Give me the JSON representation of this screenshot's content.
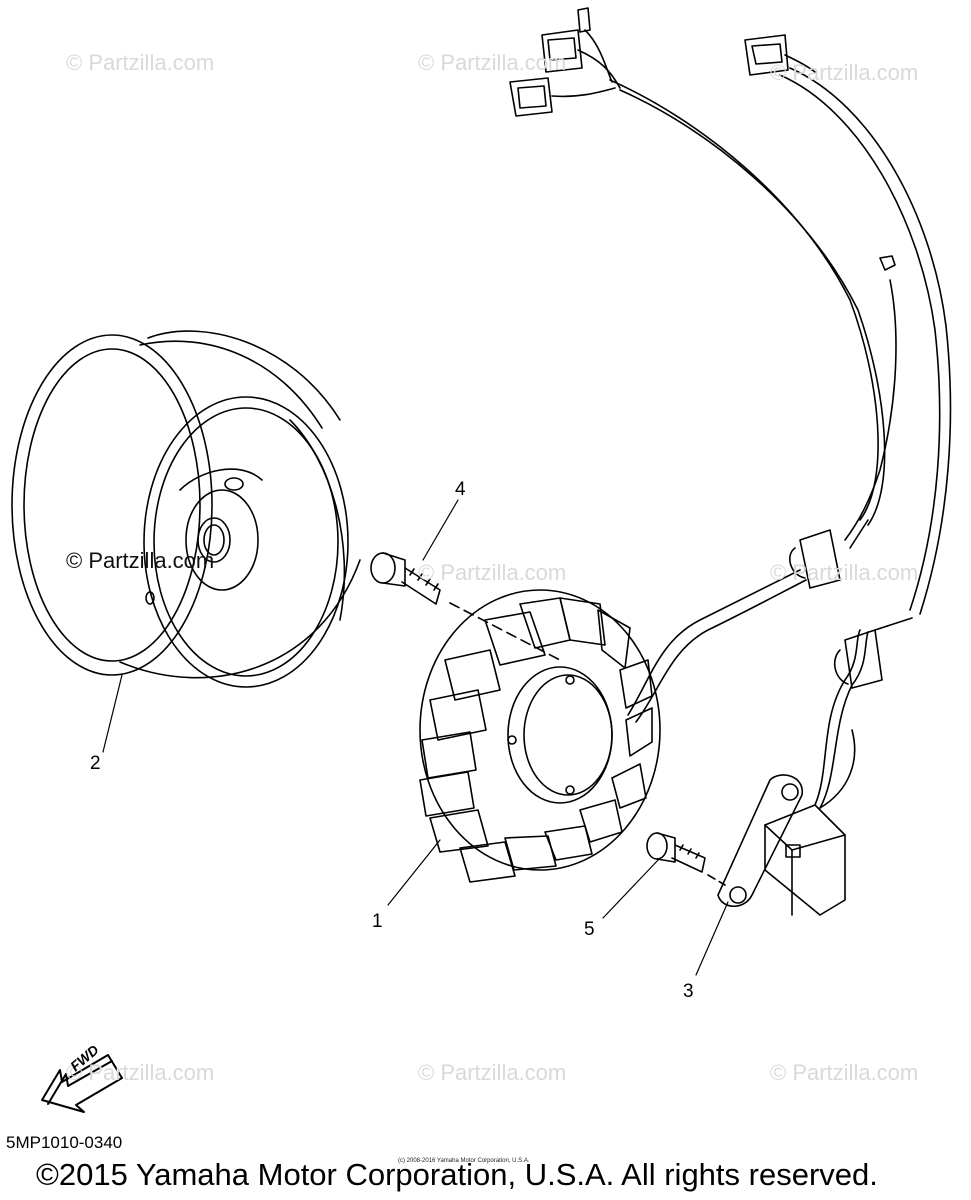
{
  "watermarks": [
    "© Partzilla.com",
    "© Partzilla.com",
    "© Partzilla.com",
    "© Partzilla.com",
    "© Partzilla.com",
    "© Partzilla.com",
    "© Partzilla.com",
    "© Partzilla.com"
  ],
  "center_watermark": "© Partzilla.com",
  "callouts": [
    "1",
    "2",
    "3",
    "4",
    "5"
  ],
  "fwd_label": "FWD",
  "diagram_code": "5MP1010-0340",
  "tiny_copyright": "(c) 2008-2016 Yamaha Motor Corporation, U.S.A.",
  "copyright": "©2015 Yamaha Motor Corporation, U.S.A. All rights reserved.",
  "colors": {
    "line": "#000000",
    "watermark": "#d9d9d9",
    "background": "#ffffff"
  }
}
